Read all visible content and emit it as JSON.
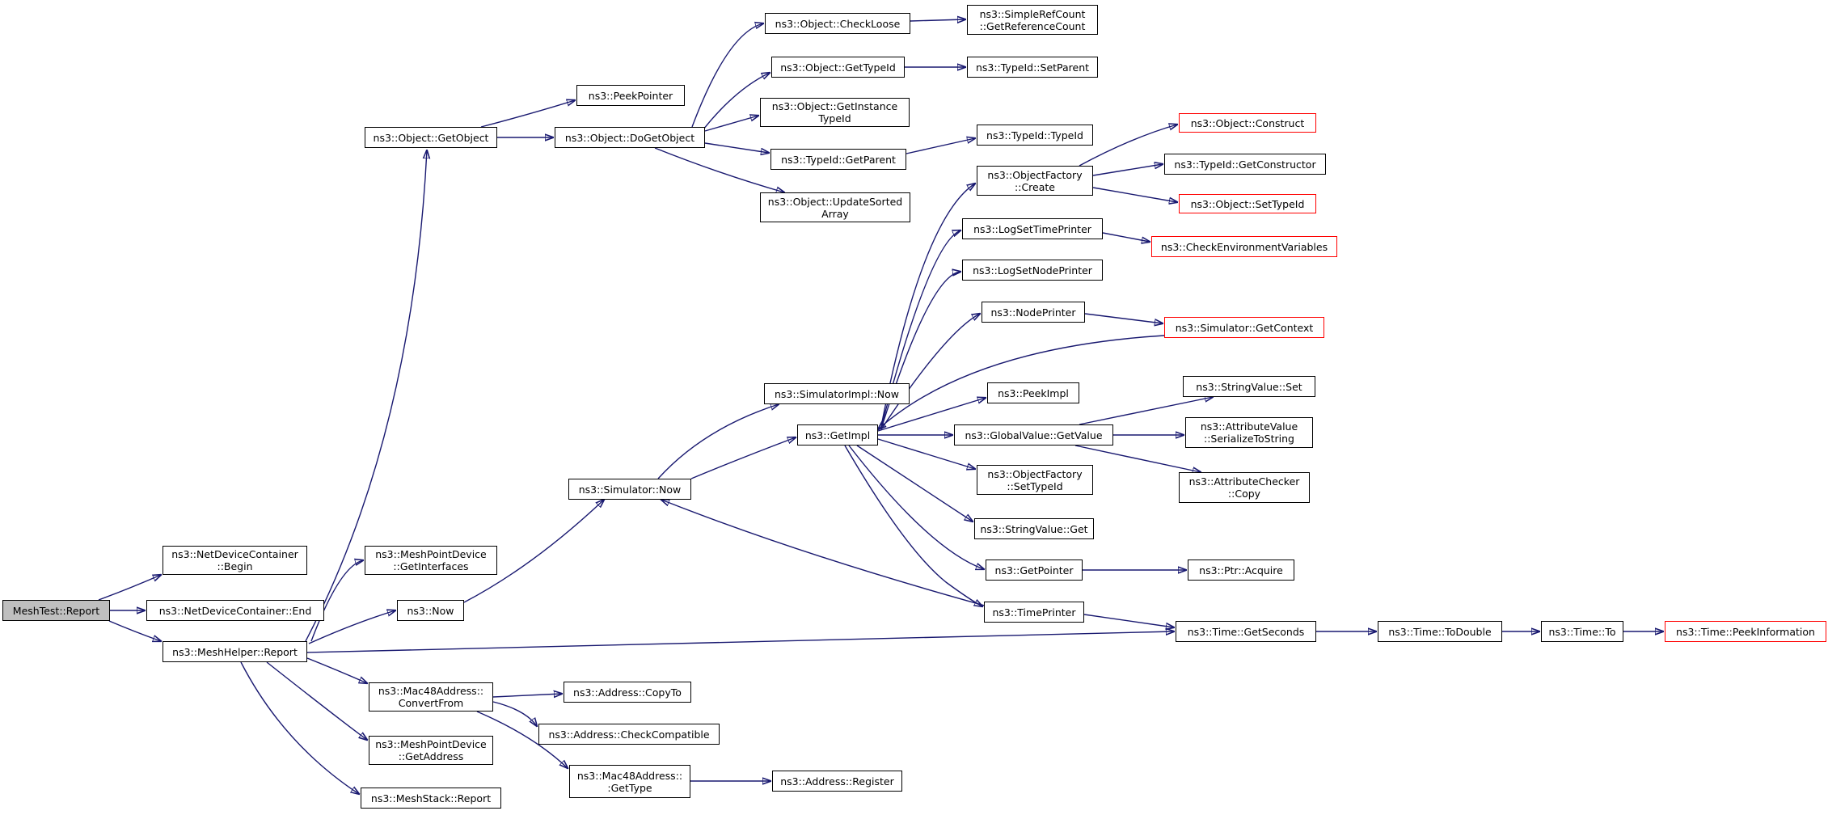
{
  "diagram": {
    "edge_color": "#191970",
    "node_border_color": "#000000",
    "external_border_color": "#ff0000",
    "root_fill_color": "#bfbfbf",
    "nodes": [
      {
        "id": "root",
        "label": "MeshTest::Report",
        "kind": "root"
      },
      {
        "id": "ndc_begin",
        "label": "ns3::NetDeviceContainer\n::Begin"
      },
      {
        "id": "ndc_end",
        "label": "ns3::NetDeviceContainer::End"
      },
      {
        "id": "mh_report",
        "label": "ns3::MeshHelper::Report"
      },
      {
        "id": "obj_getobject",
        "label": "ns3::Object::GetObject"
      },
      {
        "id": "mpd_getif",
        "label": "ns3::MeshPointDevice\n::GetInterfaces"
      },
      {
        "id": "now",
        "label": "ns3::Now"
      },
      {
        "id": "mac_convert",
        "label": "ns3::Mac48Address::\nConvertFrom"
      },
      {
        "id": "mpd_getaddr",
        "label": "ns3::MeshPointDevice\n::GetAddress"
      },
      {
        "id": "ms_report",
        "label": "ns3::MeshStack::Report"
      },
      {
        "id": "peekptr",
        "label": "ns3::PeekPointer"
      },
      {
        "id": "dogetobject",
        "label": "ns3::Object::DoGetObject"
      },
      {
        "id": "checkloose",
        "label": "ns3::Object::CheckLoose"
      },
      {
        "id": "src_getref",
        "label": "ns3::SimpleRefCount\n::GetReferenceCount"
      },
      {
        "id": "obj_gettypeid",
        "label": "ns3::Object::GetTypeId"
      },
      {
        "id": "tid_setparent",
        "label": "ns3::TypeId::SetParent"
      },
      {
        "id": "obj_getinst",
        "label": "ns3::Object::GetInstance\nTypeId"
      },
      {
        "id": "tid_getparent",
        "label": "ns3::TypeId::GetParent"
      },
      {
        "id": "tid_typeid",
        "label": "ns3::TypeId::TypeId"
      },
      {
        "id": "obj_updsorted",
        "label": "ns3::Object::UpdateSorted\nArray"
      },
      {
        "id": "sim_now",
        "label": "ns3::Simulator::Now"
      },
      {
        "id": "simimpl_now",
        "label": "ns3::SimulatorImpl::Now"
      },
      {
        "id": "getimpl",
        "label": "ns3::GetImpl"
      },
      {
        "id": "of_create",
        "label": "ns3::ObjectFactory\n::Create"
      },
      {
        "id": "obj_construct",
        "label": "ns3::Object::Construct",
        "kind": "ext"
      },
      {
        "id": "tid_getctor",
        "label": "ns3::TypeId::GetConstructor"
      },
      {
        "id": "obj_settypeid",
        "label": "ns3::Object::SetTypeId",
        "kind": "ext"
      },
      {
        "id": "logsettime",
        "label": "ns3::LogSetTimePrinter"
      },
      {
        "id": "checkenv",
        "label": "ns3::CheckEnvironmentVariables",
        "kind": "ext"
      },
      {
        "id": "logsetnode",
        "label": "ns3::LogSetNodePrinter"
      },
      {
        "id": "nodeprinter",
        "label": "ns3::NodePrinter"
      },
      {
        "id": "sim_getctx",
        "label": "ns3::Simulator::GetContext",
        "kind": "ext"
      },
      {
        "id": "peekimpl",
        "label": "ns3::PeekImpl"
      },
      {
        "id": "strval_set",
        "label": "ns3::StringValue::Set"
      },
      {
        "id": "gv_getvalue",
        "label": "ns3::GlobalValue::GetValue"
      },
      {
        "id": "av_serialize",
        "label": "ns3::AttributeValue\n::SerializeToString"
      },
      {
        "id": "of_settypeid",
        "label": "ns3::ObjectFactory\n::SetTypeId"
      },
      {
        "id": "ac_copy",
        "label": "ns3::AttributeChecker\n::Copy"
      },
      {
        "id": "strval_get",
        "label": "ns3::StringValue::Get"
      },
      {
        "id": "getpointer",
        "label": "ns3::GetPointer"
      },
      {
        "id": "ptr_acquire",
        "label": "ns3::Ptr::Acquire"
      },
      {
        "id": "timeprinter",
        "label": "ns3::TimePrinter"
      },
      {
        "id": "time_getsec",
        "label": "ns3::Time::GetSeconds"
      },
      {
        "id": "time_todouble",
        "label": "ns3::Time::ToDouble"
      },
      {
        "id": "time_to",
        "label": "ns3::Time::To"
      },
      {
        "id": "time_peekinfo",
        "label": "ns3::Time::PeekInformation",
        "kind": "ext"
      },
      {
        "id": "addr_copyto",
        "label": "ns3::Address::CopyTo"
      },
      {
        "id": "addr_checkcompat",
        "label": "ns3::Address::CheckCompatible"
      },
      {
        "id": "mac_gettype",
        "label": "ns3::Mac48Address::\n:GetType"
      },
      {
        "id": "addr_register",
        "label": "ns3::Address::Register"
      }
    ]
  }
}
